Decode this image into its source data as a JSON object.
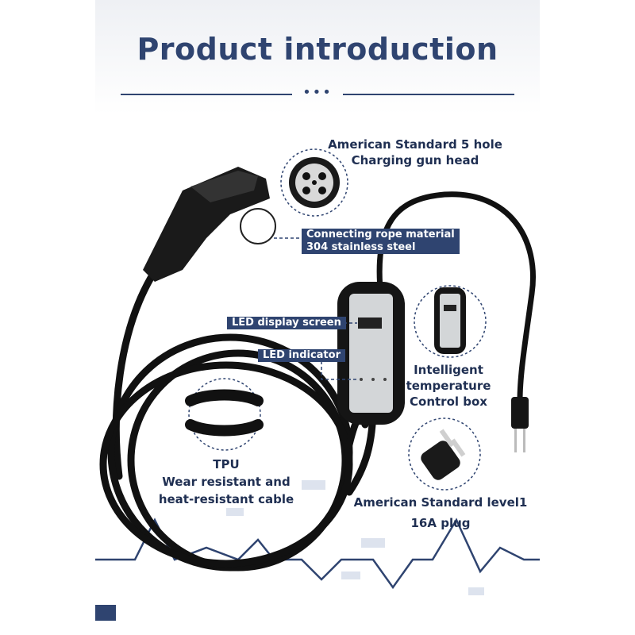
{
  "header": {
    "title": "Product introduction",
    "divider_dots": "•••"
  },
  "labels": {
    "gun_head_line1": "American Standard 5 hole",
    "gun_head_line2": "Charging gun head",
    "rope_line1": "Connecting rope material",
    "rope_line2": "304 stainless steel",
    "led_display": "LED display screen",
    "led_indicator": "LED indicator",
    "control_box_line1": "Intelligent",
    "control_box_line2": "temperature",
    "control_box_line3": "Control box",
    "cable_line1": "TPU",
    "cable_line2": "Wear resistant and",
    "cable_line3": "heat-resistant cable",
    "plug_line1": "American Standard level1",
    "plug_line2": "16A plug"
  },
  "colors": {
    "brand_navy": "#2f4470",
    "text_dark": "#1f2f52",
    "cable_black": "#111111",
    "wave_blue": "#2f4470"
  }
}
